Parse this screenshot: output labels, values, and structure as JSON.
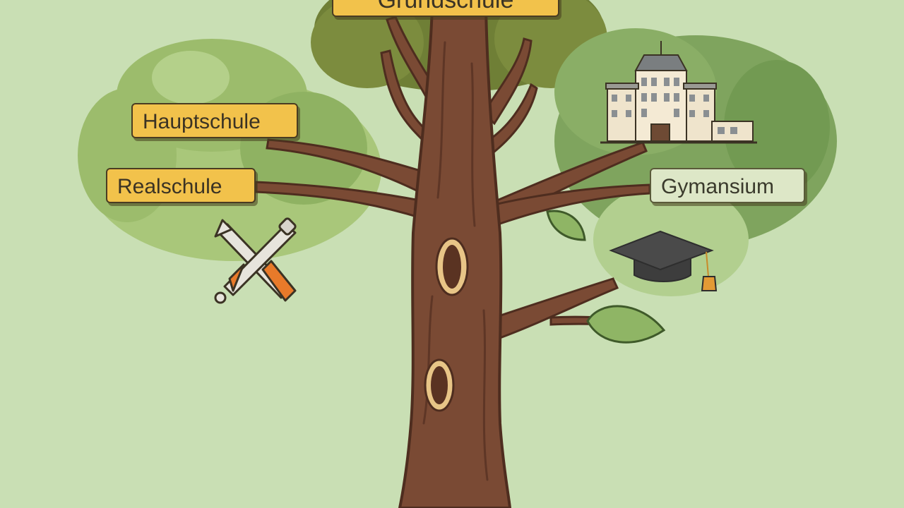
{
  "labels": {
    "top": "Grundschule",
    "hauptschule": "Hauptschule",
    "realschule": "Realschule",
    "gymnasium": "Gymansium"
  },
  "colors": {
    "background": "#c9dfb4",
    "foliage_left": "#9cbc6c",
    "foliage_top": "#6f7f36",
    "foliage_right": "#7fa45e",
    "trunk": "#7a4a34",
    "label_yellow": "#f2c24b",
    "label_green": "#dde7c7"
  },
  "icons": [
    "tools-icon",
    "school-building-icon",
    "graduation-cap-icon",
    "leaf-icon",
    "knothole-icon"
  ]
}
